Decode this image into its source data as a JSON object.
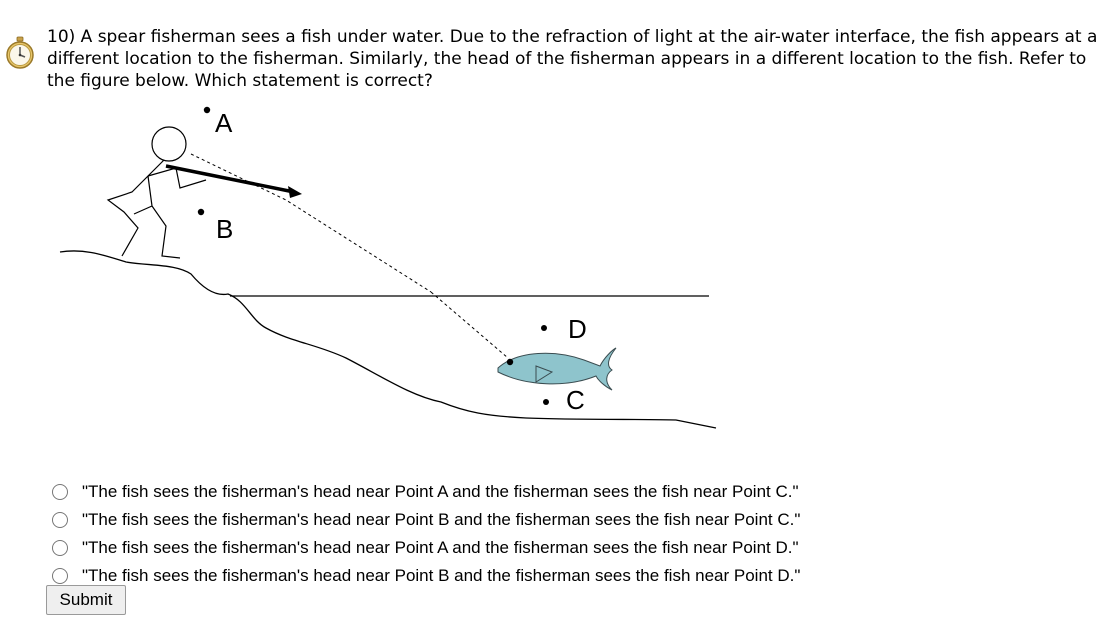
{
  "question": {
    "number": "10)",
    "text": "A spear fisherman sees a fish under water. Due to the refraction of light at the air-water interface, the fish appears at a different location to the fisherman. Similarly, the head of the fisherman appears in a different location to the fish. Refer to the figure below. Which statement is correct?"
  },
  "figure": {
    "points": {
      "a": "A",
      "b": "B",
      "c": "C",
      "d": "D"
    },
    "colors": {
      "fish": "#8ec4cc",
      "line": "#000000"
    }
  },
  "options": [
    {
      "label": "\"The fish sees the fisherman's head near Point A and the fisherman sees the fish near Point C.\""
    },
    {
      "label": "\"The fish sees the fisherman's head near Point B and the fisherman sees the fish near Point C.\""
    },
    {
      "label": "\"The fish sees the fisherman's head near Point A and the fisherman sees the fish near Point D.\""
    },
    {
      "label": "\"The fish sees the fisherman's head near Point B and the fisherman sees the fish near Point D.\""
    }
  ],
  "actions": {
    "submit_label": "Submit"
  },
  "icons": {
    "timer": "stopwatch-icon"
  }
}
